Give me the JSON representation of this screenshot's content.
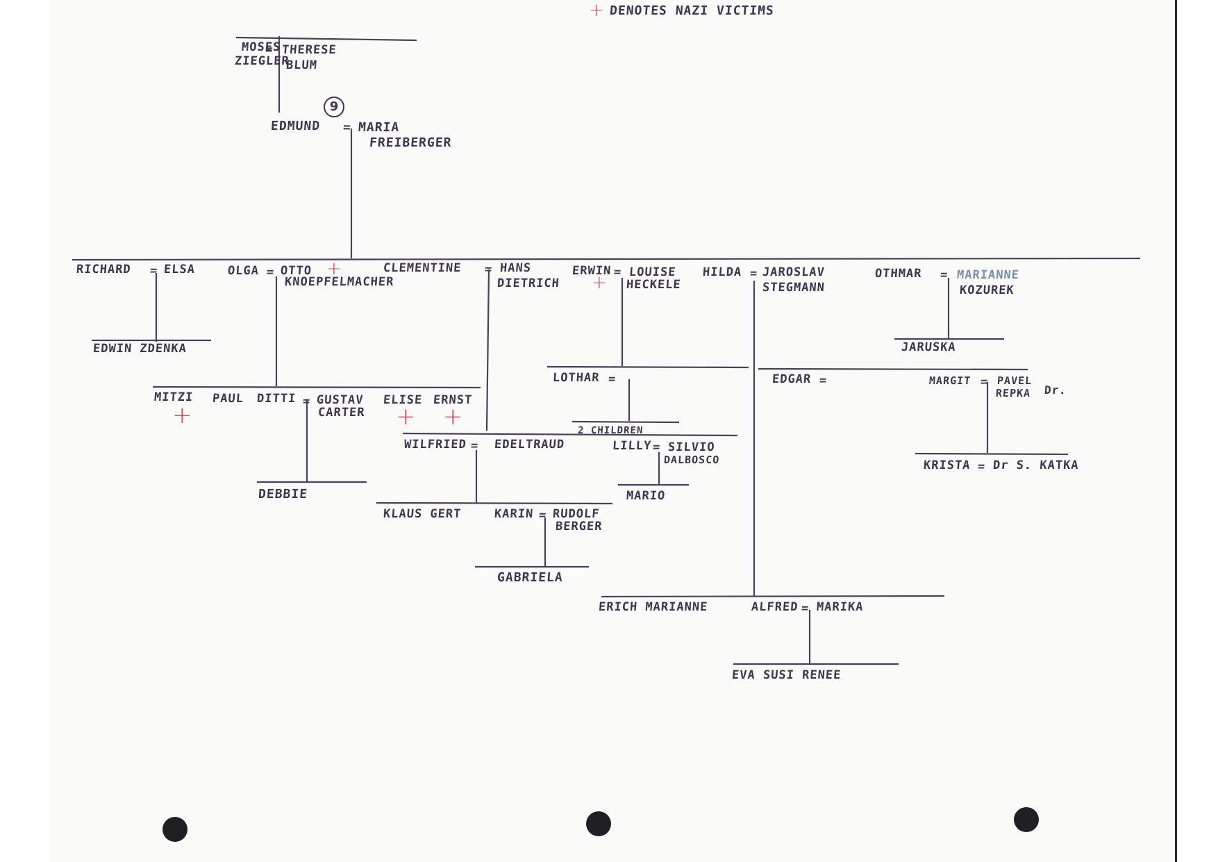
{
  "legend": {
    "symbol": "+",
    "text": "DENOTES NAZI VICTIMS",
    "symbol_color": "#e0455a"
  },
  "generation_marker": "9",
  "names": {
    "moses": "MOSES",
    "ziegler": "ZIEGLER",
    "therese": "THERESE",
    "blum": "BLUM",
    "edmund": "EDMUND",
    "maria": "MARIA",
    "freiberger": "FREIBERGER",
    "richard": "RICHARD",
    "elsa": "ELSA",
    "olga": "OLGA",
    "otto": "OTTO",
    "knoepfelmacher": "KNOEPFELMACHER",
    "clementine": "CLEMENTINE",
    "hans": "HANS",
    "dietrich": "DIETRICH",
    "erwin": "ERWIN",
    "louise": "LOUISE",
    "heckele": "HECKELE",
    "hilda": "HILDA",
    "jaroslav": "JAROSLAV",
    "stegmann": "STEGMANN",
    "othmar": "OTHMAR",
    "marianne_k": "MARIANNE",
    "kozurek": "KOZUREK",
    "edwin_zdenka": "EDWIN ZDENKA",
    "jaruska": "JARUSKA",
    "mitzi": "MITZI",
    "paul": "PAUL",
    "ditti": "DITTI",
    "gustav": "GUSTAV",
    "carter": "CARTER",
    "elise": "ELISE",
    "ernst": "ERNST",
    "lothar": "LOTHAR",
    "two_children": "2 CHILDREN",
    "edgar": "EDGAR",
    "margit": "MARGIT",
    "pavel": "PAVEL",
    "repka": "REPKA",
    "dr_title": "Dr.",
    "wilfried": "WILFRIED",
    "edeltraud": "EDELTRAUD",
    "lilly": "LILLY",
    "silvio": "SILVIO",
    "dalbosco": "DALBOSCO",
    "debbie": "DEBBIE",
    "mario": "MARIO",
    "krista": "KRISTA",
    "katka": "Dr S. KATKA",
    "klaus_gert": "KLAUS GERT",
    "karin": "KARIN",
    "rudolf": "RUDOLF",
    "berger": "BERGER",
    "gabriela": "GABRIELA",
    "erich_marianne": "ERICH MARIANNE",
    "alfred": "ALFRED",
    "marika": "MARIKA",
    "eva_susi_renee": "EVA SUSI RENEE"
  },
  "marriage_symbol": "=",
  "victims": [
    "OTTO",
    "ERWIN",
    "MITZI",
    "ELISE",
    "ERNST"
  ],
  "colors": {
    "ink": "#3e3650",
    "victim_mark": "#e0455a",
    "blue_ink": "#7b8fb4"
  }
}
